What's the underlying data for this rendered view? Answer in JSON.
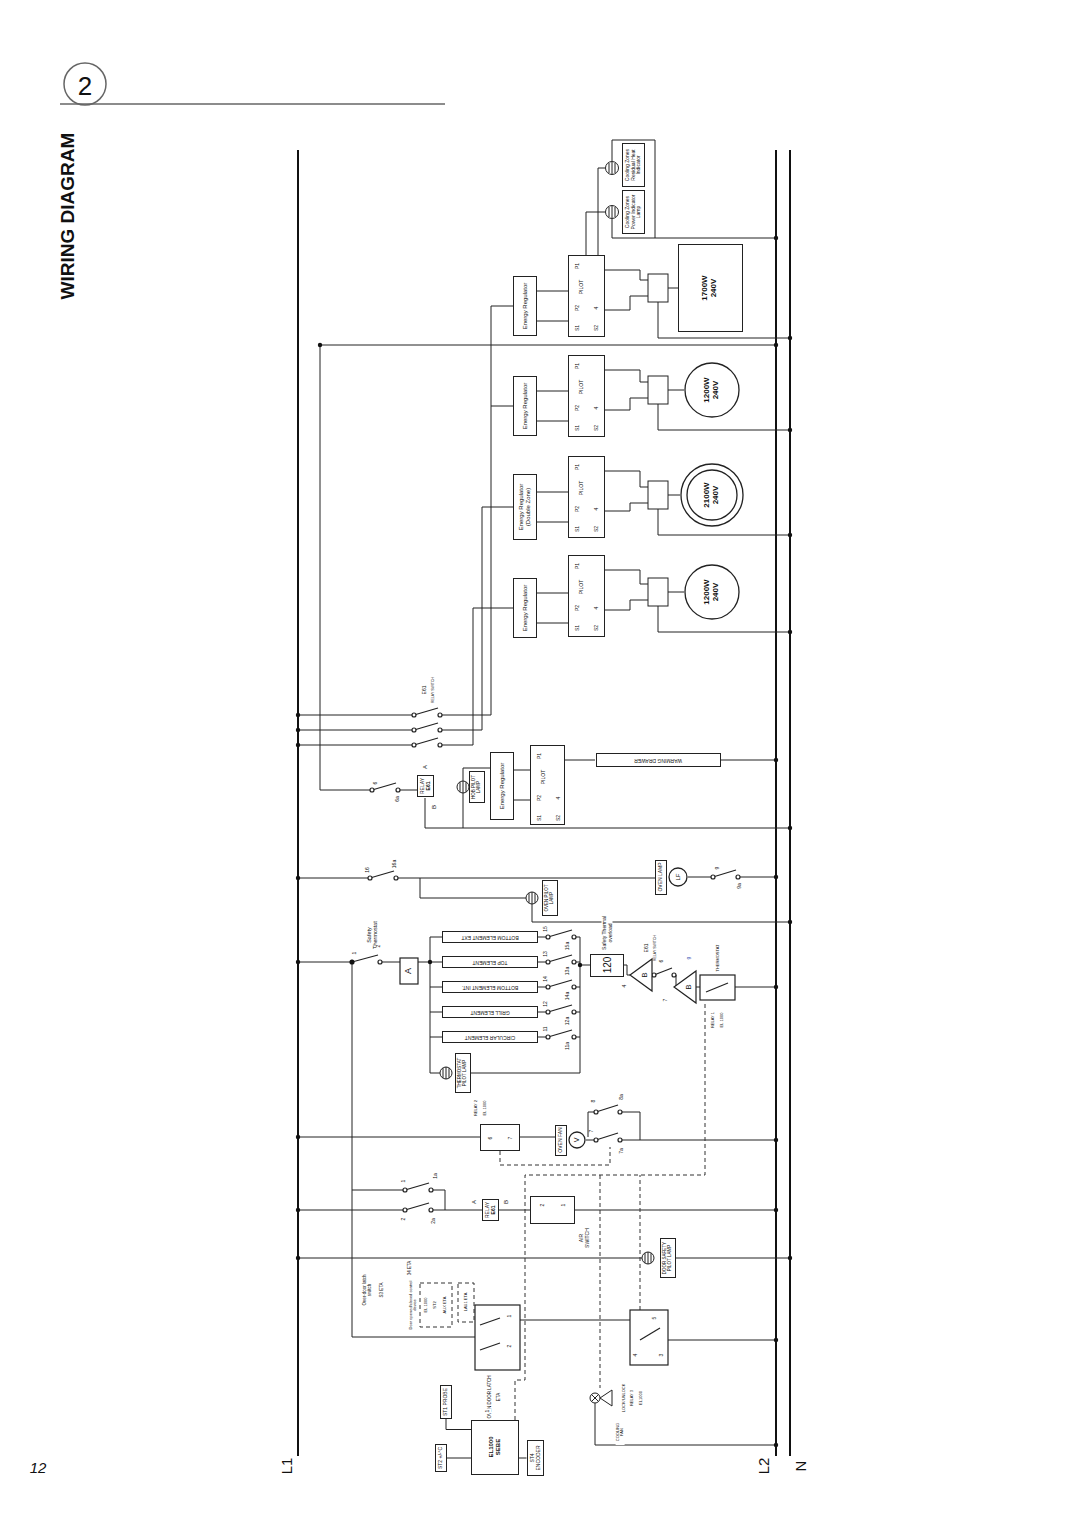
{
  "diagram": {
    "title": "WIRING DIAGRAM",
    "nodes": [
      {
        "text": [
          "Cooling Zones Residual Heat Indicator"
        ]
      },
      {
        "text": [
          "Cooling Zones Power Indicator Lamp"
        ]
      },
      {
        "text": [
          "1700W",
          "240V"
        ]
      },
      {
        "text": [
          "Energy Regulator"
        ]
      },
      {
        "text": [
          "P1",
          "PILOT",
          "P2",
          "4",
          "S1",
          "S2"
        ]
      },
      {
        "text": [
          "1200W",
          "240V"
        ]
      },
      {
        "text": [
          "Energy Regulator"
        ]
      },
      {
        "text": [
          "P1",
          "PILOT",
          "P2",
          "4",
          "S1",
          "S2"
        ]
      },
      {
        "text": [
          "2100W",
          "240V"
        ]
      },
      {
        "text": [
          "Energy Regulator (Double Zone)"
        ]
      },
      {
        "text": [
          "P1",
          "PILOT",
          "P2",
          "4",
          "S1",
          "S2"
        ]
      },
      {
        "text": [
          "1200W",
          "240V"
        ]
      },
      {
        "text": [
          "Energy Regulator"
        ]
      },
      {
        "text": [
          "P1",
          "PILOT",
          "P2",
          "4",
          "S1",
          "S2"
        ]
      },
      {
        "text": [
          "RELAY",
          "E61"
        ]
      },
      {
        "text": [
          "HOB PILOT LAMP"
        ]
      },
      {
        "text": [
          "Energy Regulator"
        ]
      },
      {
        "text": [
          "P1",
          "PILOT",
          "P2",
          "4",
          "S1",
          "S2"
        ]
      },
      {
        "text": [
          "WARMING DRAWER"
        ]
      },
      {
        "text": [
          "OVEN PILOT LAMP"
        ]
      },
      {
        "text": [
          "OVEN LAMP"
        ]
      },
      {
        "text": [
          "LF"
        ]
      },
      {
        "text": [
          "BOTTOM ELEMENT EXT"
        ]
      },
      {
        "text": [
          "TOP ELEMENT"
        ]
      },
      {
        "text": [
          "BOTTOM ELEMENT INT."
        ]
      },
      {
        "text": [
          "GRILL ELEMENT"
        ]
      },
      {
        "text": [
          "CIRCULAR ELEMENT"
        ]
      },
      {
        "text": [
          "THERMOSTAT PILOT LAMP"
        ]
      },
      {
        "text": [
          "120"
        ]
      },
      {
        "text": [
          "6",
          "7"
        ]
      },
      {
        "text": [
          "OVEN FAN"
        ]
      },
      {
        "text": [
          "V"
        ]
      },
      {
        "text": [
          "RELAY",
          "E61"
        ]
      },
      {
        "text": [
          "2",
          "1"
        ]
      },
      {
        "text": [
          "DOOR SAFETY PILOT LAMP"
        ]
      },
      {
        "text": [
          "EL1000",
          "SEBE"
        ]
      },
      {
        "text": [
          "ST1 PROBE"
        ]
      },
      {
        "text": [
          "ST2 +/-°C"
        ]
      },
      {
        "text": [
          "ST4 ENCODER"
        ]
      }
    ],
    "edges": [
      {
        "from": 36,
        "to": 35,
        "arrow": "none"
      },
      {
        "from": 37,
        "to": 35,
        "arrow": "none"
      },
      {
        "from": 38,
        "to": 35,
        "arrow": "none"
      }
    ],
    "labels": [
      "2",
      "12",
      "L1",
      "L2",
      "N",
      "E61",
      "RELAY SWITCH",
      "A",
      "B",
      "6",
      "6a",
      "Safety Thermostat",
      "1",
      "2",
      "A",
      "16",
      "16a",
      "15",
      "15a",
      "13",
      "13a",
      "14",
      "14a",
      "12",
      "12a",
      "11",
      "11a",
      "Safety Thermal overload",
      "E61",
      "RELAY SWITCH",
      "6",
      "4",
      "7",
      "9",
      "B",
      "B",
      "THERMOSTAT",
      "RELAY 1",
      "EL 1000",
      "9",
      "9a",
      "RELAY 2",
      "EL 1000",
      "8",
      "8a",
      "7",
      "7a",
      "1",
      "1a",
      "2",
      "2a",
      "Over-door latch switch",
      "S3 ETA",
      "34 ETA",
      "A",
      "B",
      "AIR SWITCH",
      "Door opened/closed control device",
      "EL 1000",
      "ST2",
      "AUX ETA",
      "LAU1 ETA",
      "OVEN DOOR LATCH",
      "ETA",
      "1",
      "2",
      "5",
      "4",
      "3",
      "LOCK/UNLOCK",
      "RELAY 3",
      "EL1000",
      "COOLING FAN",
      "1"
    ]
  }
}
